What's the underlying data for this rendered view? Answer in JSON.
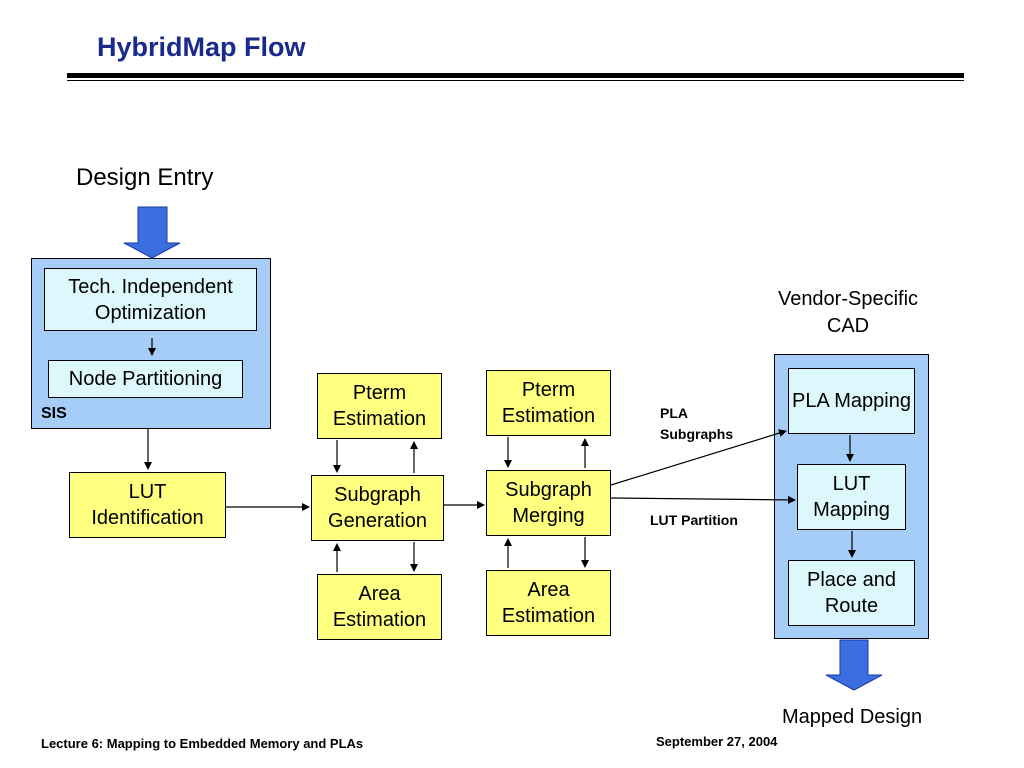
{
  "title": "HybridMap Flow",
  "diagram": {
    "design_entry": "Design Entry",
    "sis_label": "SIS",
    "tech_independent": "Tech. Independent Optimization",
    "node_partitioning": "Node Partitioning",
    "lut_identification": "LUT Identification",
    "pterm_estimation_1": "Pterm Estimation",
    "subgraph_generation": "Subgraph Generation",
    "area_estimation_1": "Area Estimation",
    "pterm_estimation_2": "Pterm Estimation",
    "subgraph_merging": "Subgraph Merging",
    "area_estimation_2": "Area Estimation",
    "pla_subgraphs": "PLA Subgraphs",
    "lut_partition": "LUT Partition",
    "vendor_cad": "Vendor-Specific CAD",
    "pla_mapping": "PLA Mapping",
    "lut_mapping": "LUT Mapping",
    "place_route": "Place and Route",
    "mapped_design": "Mapped Design"
  },
  "footer": {
    "left": "Lecture 6: Mapping to Embedded Memory and PLAs",
    "right": "September 27, 2004"
  },
  "colors": {
    "title": "#1a2a8c",
    "panel": "#a6cdf7",
    "yellow_box": "#ffff80",
    "cyan_box": "#ddf8fc",
    "big_arrow": "#3b6fe0"
  }
}
